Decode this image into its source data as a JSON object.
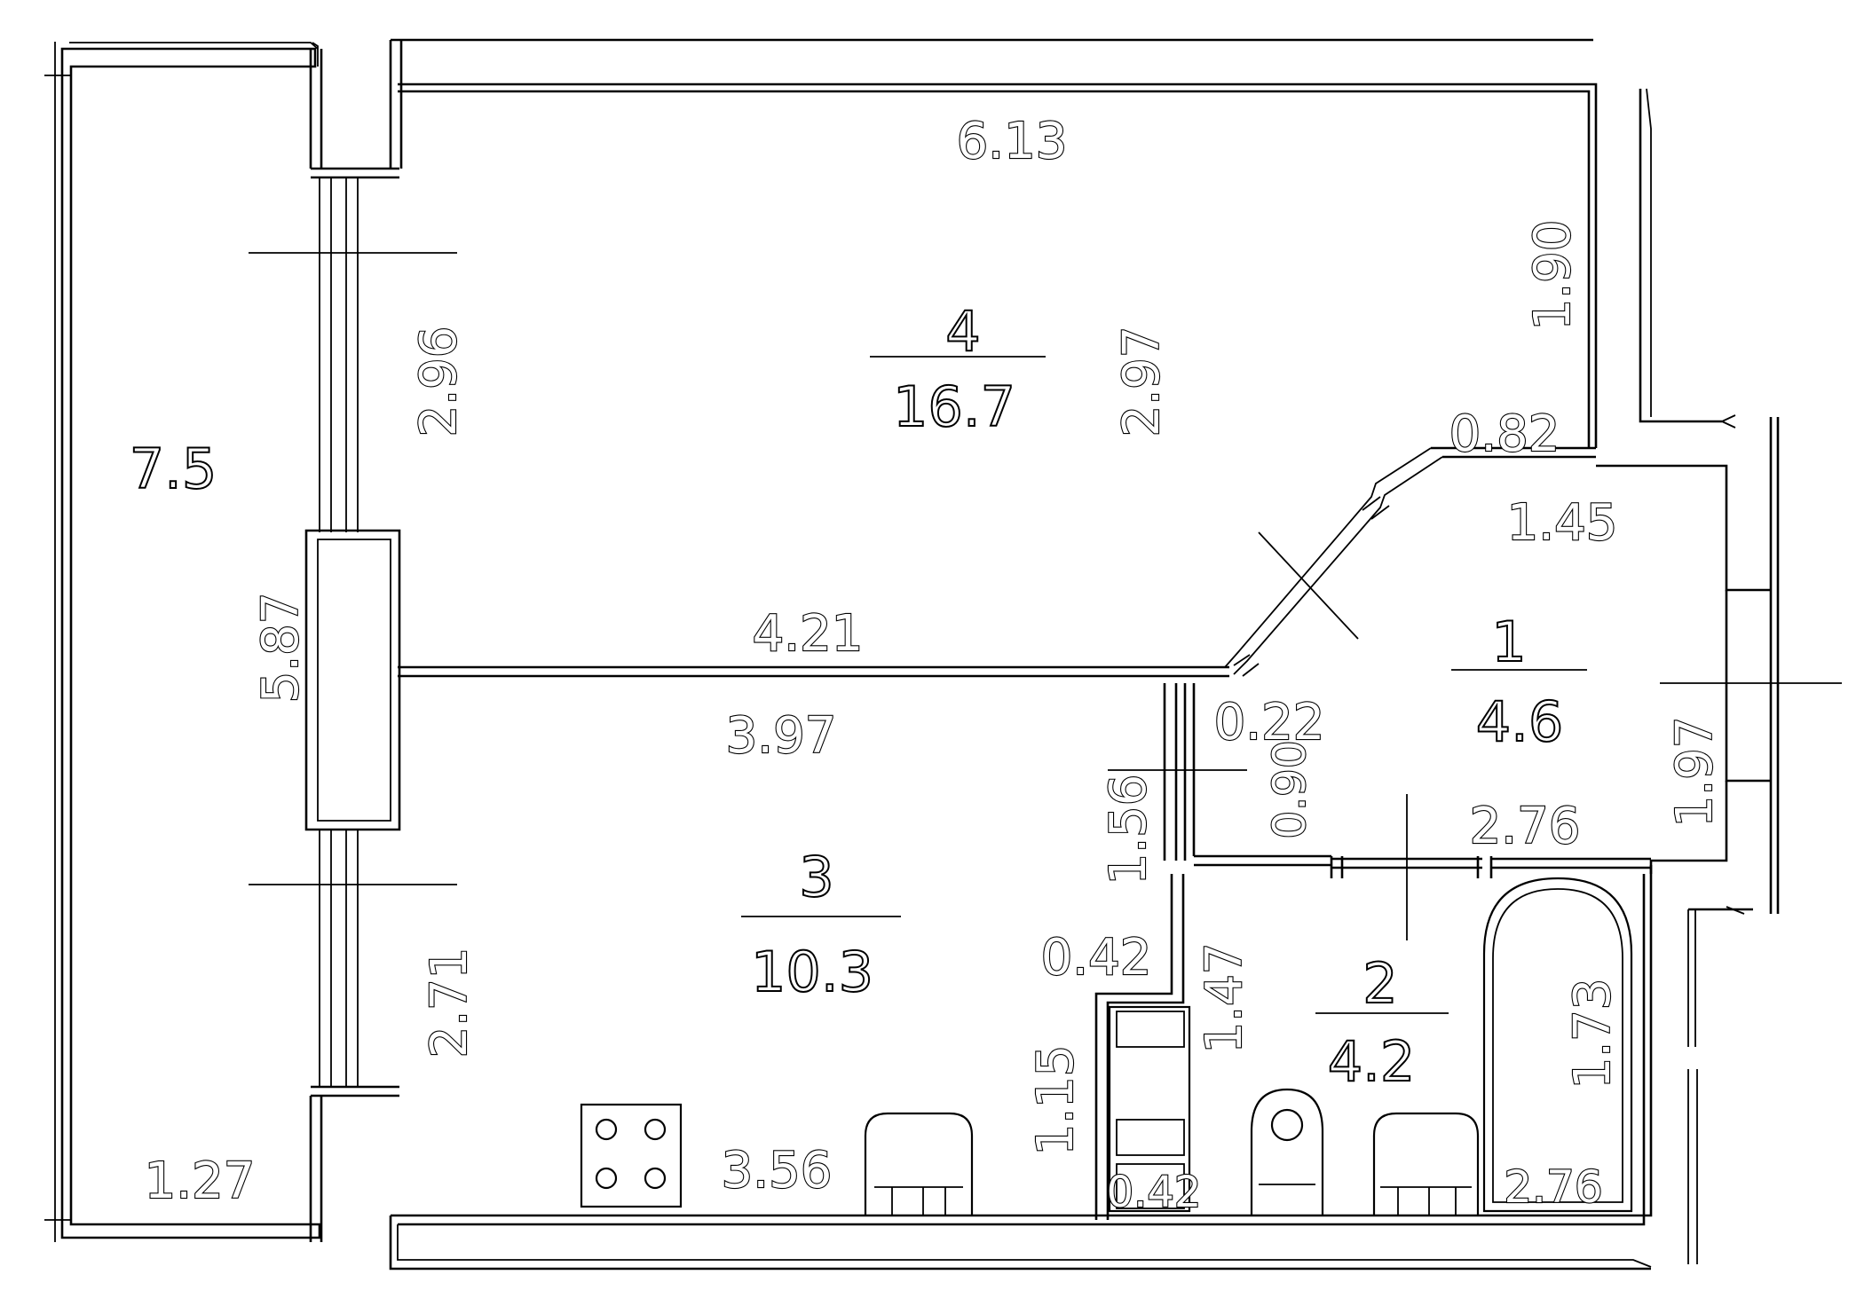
{
  "rooms": [
    {
      "number": "4",
      "area": "16.7"
    },
    {
      "number": "3",
      "area": "10.3"
    },
    {
      "number": "1",
      "area": "4.6"
    },
    {
      "number": "2",
      "area": "4.2"
    }
  ],
  "balcony": {
    "area": "7.5",
    "length": "5.87",
    "width": "1.27"
  },
  "dimensions": {
    "top_width": "6.13",
    "room4_right_upper": "1.90",
    "room4_window_height": "2.96",
    "room4_height": "2.97",
    "room4_notch": "0.82",
    "room4_bottom": "4.21",
    "hall_top": "1.45",
    "room3_top": "3.97",
    "niche_width": "0.22",
    "niche_height": "0.90",
    "room3_right_upper": "1.56",
    "room3_window_height": "2.71",
    "room3_step": "0.42",
    "room3_right_lower": "1.15",
    "room3_bottom": "3.56",
    "duct_width": "0.42",
    "bath_left": "1.47",
    "hall_right": "1.97",
    "hall_bottom": "2.76",
    "bath_right": "1.73",
    "bath_bottom": "2.76"
  }
}
